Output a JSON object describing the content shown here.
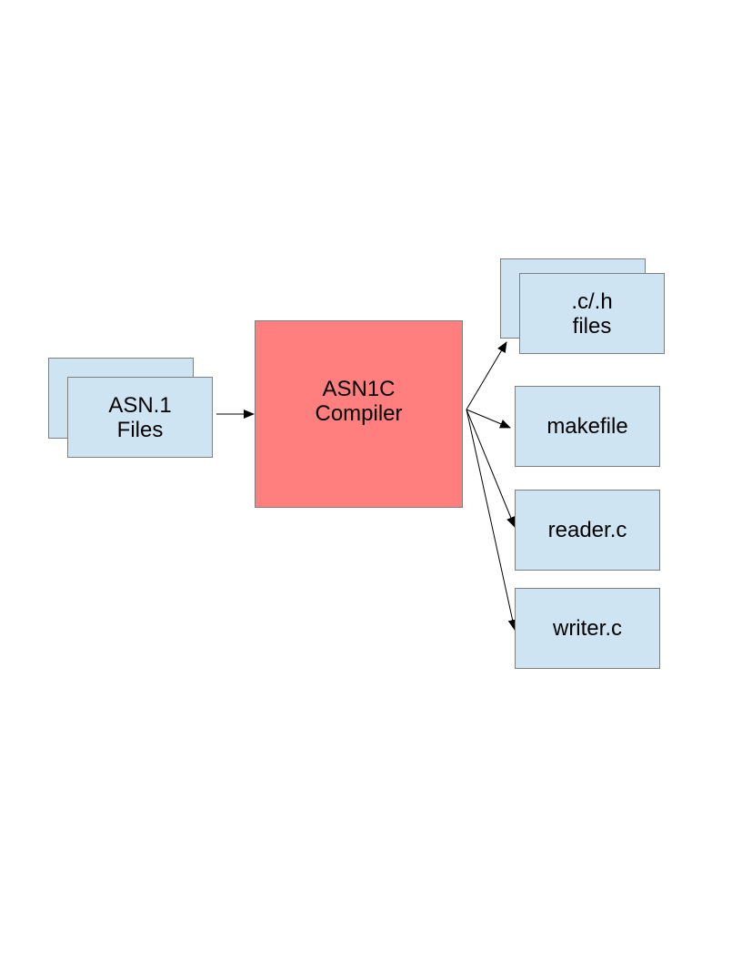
{
  "diagram": {
    "input": {
      "line1": "ASN.1",
      "line2": "Files"
    },
    "compiler": {
      "line1": "ASN1C",
      "line2": "Compiler"
    },
    "outputs": {
      "ch_files": {
        "line1": ".c/.h",
        "line2": "files"
      },
      "makefile": "makefile",
      "reader": "reader.c",
      "writer": "writer.c"
    }
  },
  "colors": {
    "file_fill": "#cfe4f3",
    "compiler_fill": "#ff7f7f",
    "border": "#7f7f7f",
    "arrow": "#000000"
  }
}
